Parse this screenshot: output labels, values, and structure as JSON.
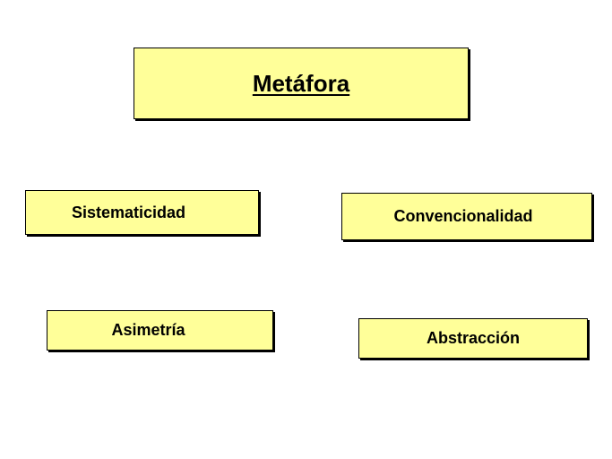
{
  "diagram": {
    "title": "Metáfora",
    "concepts": {
      "sistematicidad": "Sistematicidad",
      "convencionalidad": "Convencionalidad",
      "asimetria": "Asimetría",
      "abstraccion": "Abstracción"
    }
  },
  "colors": {
    "box_fill": "#ffff99",
    "box_border": "#000000",
    "text": "#000000",
    "background": "#ffffff"
  }
}
